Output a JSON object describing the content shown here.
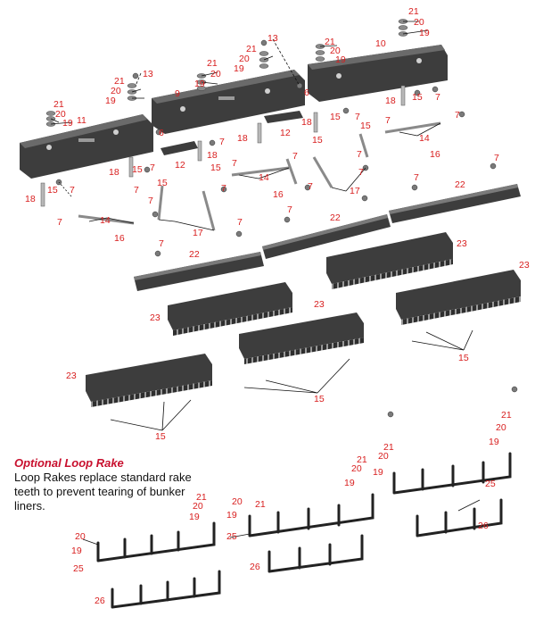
{
  "note": {
    "title": "Optional Loop Rake",
    "body": "Loop Rakes replace standard rake teeth to prevent tearing of bunker liners."
  },
  "colors": {
    "callout_text": "#d81e1e",
    "note_title": "#c8102e",
    "part_dark": "#3d3d3d",
    "part_light": "#8a8a8a",
    "leader": "#111111"
  },
  "callouts": {
    "c6": "6",
    "c7": "7",
    "c9": "9",
    "c10": "10",
    "c11": "11",
    "c12": "12",
    "c13": "13",
    "c14": "14",
    "c15": "15",
    "c16": "16",
    "c17": "17",
    "c18": "18",
    "c19": "19",
    "c20": "20",
    "c21": "21",
    "c22": "22",
    "c23": "23",
    "c25": "25",
    "c26": "26"
  }
}
